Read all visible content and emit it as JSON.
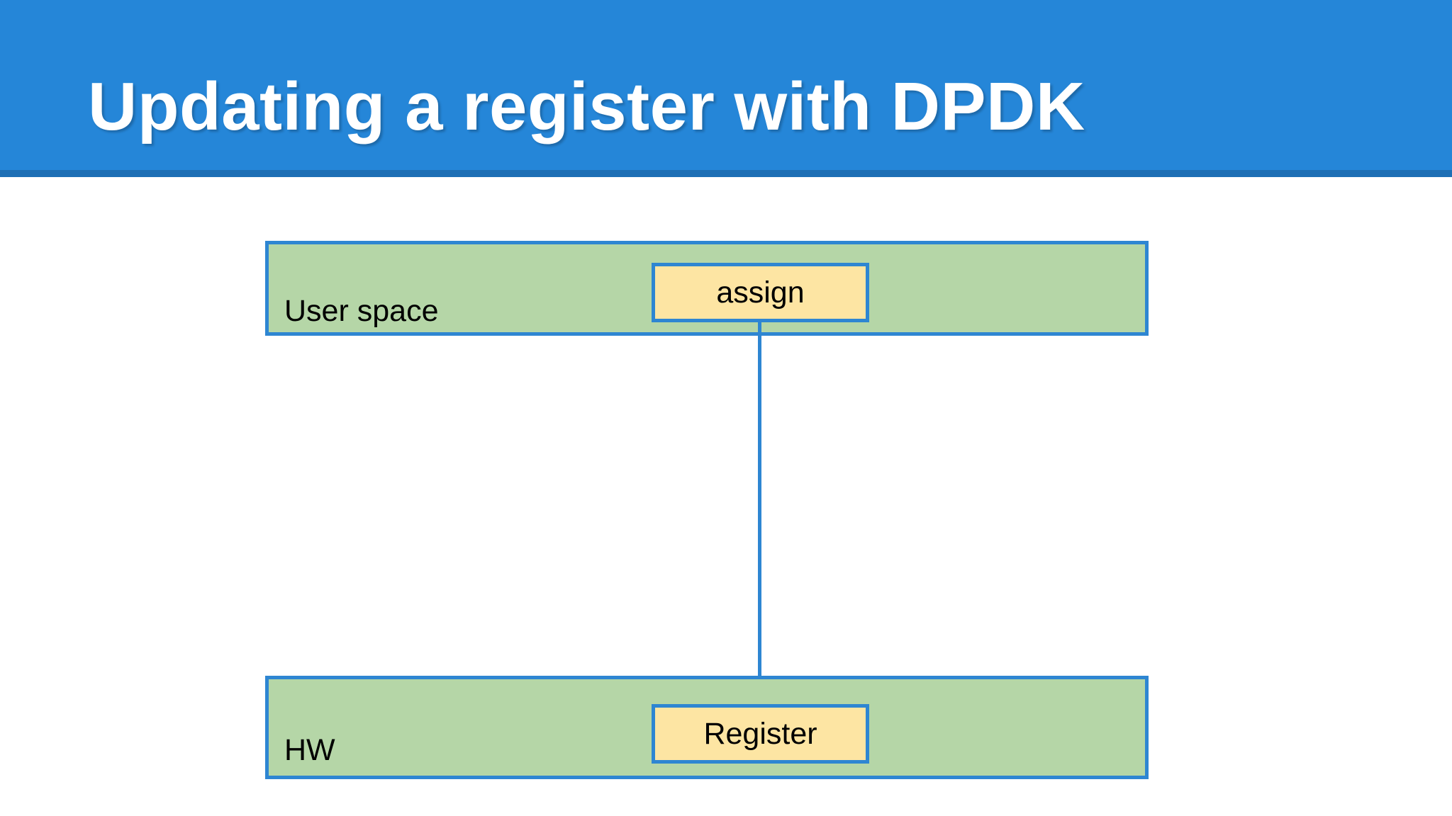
{
  "slide": {
    "title": "Updating a register with DPDK",
    "header_bg": "#2586d8",
    "header_underline": "#1d6fb5",
    "title_color": "#ffffff",
    "canvas_bg": "#ffffff"
  },
  "diagram": {
    "type": "block-diagram",
    "layers": [
      {
        "id": "user-space",
        "label": "User space",
        "fill": "#b5d6a7",
        "stroke": "#2e86d2",
        "node": {
          "id": "assign",
          "label": "assign",
          "fill": "#fde5a3",
          "stroke": "#2e86d2"
        }
      },
      {
        "id": "hw",
        "label": "HW",
        "fill": "#b5d6a7",
        "stroke": "#2e86d2",
        "node": {
          "id": "register",
          "label": "Register",
          "fill": "#fde5a3",
          "stroke": "#2e86d2"
        }
      }
    ],
    "connectors": [
      {
        "id": "assign-to-register",
        "from": "assign",
        "to": "register",
        "direction": "down",
        "color": "#2e86d2",
        "arrowhead": "solid-triangle"
      }
    ]
  }
}
